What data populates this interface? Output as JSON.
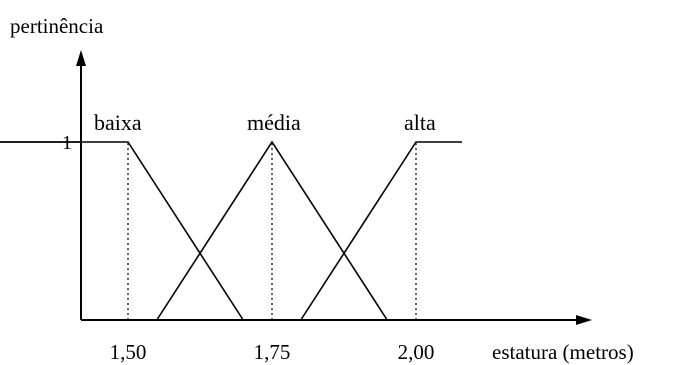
{
  "y_axis": {
    "label": "pertinência",
    "tick_label": "1"
  },
  "x_axis": {
    "label": "estatura (metros)"
  },
  "ticks": [
    {
      "value": 1.5,
      "label": "1,50"
    },
    {
      "value": 1.75,
      "label": "1,75"
    },
    {
      "value": 2.0,
      "label": "2,00"
    }
  ],
  "sets": [
    {
      "name": "baixa",
      "points": [
        [
          1.25,
          1
        ],
        [
          1.5,
          1
        ],
        [
          1.7,
          0
        ]
      ]
    },
    {
      "name": "média",
      "points": [
        [
          1.55,
          0
        ],
        [
          1.75,
          1
        ],
        [
          1.95,
          0
        ]
      ]
    },
    {
      "name": "alta",
      "points": [
        [
          1.8,
          0
        ],
        [
          2.0,
          1
        ],
        [
          2.08,
          1
        ]
      ]
    }
  ],
  "colors": {
    "line": "#000000",
    "background": "#ffffff"
  }
}
